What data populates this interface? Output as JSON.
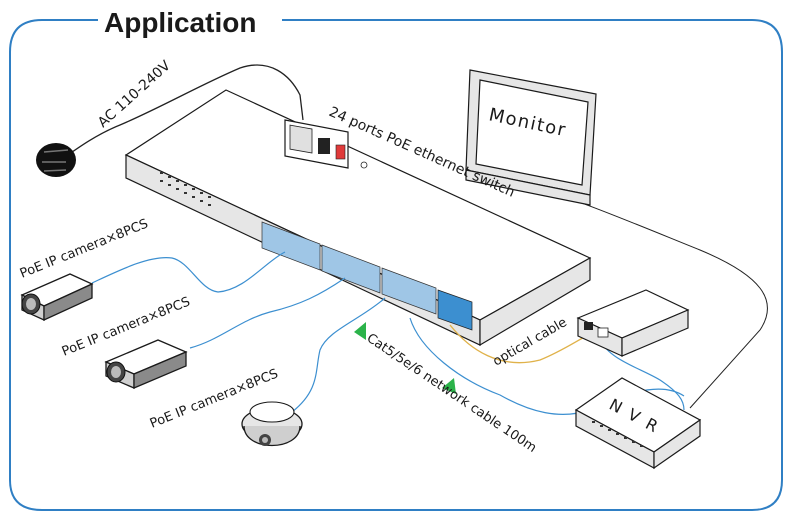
{
  "title": "Application",
  "colors": {
    "frame": "#2f7fc4",
    "ethernet_cable": "#3c8fd0",
    "optical_cable": "#e0b24a",
    "power_cable": "#222222",
    "arrow": "#2bb34a"
  },
  "labels": {
    "power": "AC 110-240V",
    "switch": "24 ports PoE ethernet switch",
    "monitor": "Monitor",
    "camera_1": "PoE IP camera×8PCS",
    "camera_2": "PoE IP camera×8PCS",
    "camera_3": "PoE IP camera×8PCS",
    "network_cable": "Cat5/5e/6 network cable 100m",
    "optical_cable": "optical cable",
    "nvr": "N V R"
  },
  "icons": [
    "power-plug-icon",
    "poe-switch",
    "monitor",
    "bullet-camera-icon",
    "dome-camera-icon",
    "media-converter",
    "nvr-device",
    "direction-arrow-icon"
  ]
}
